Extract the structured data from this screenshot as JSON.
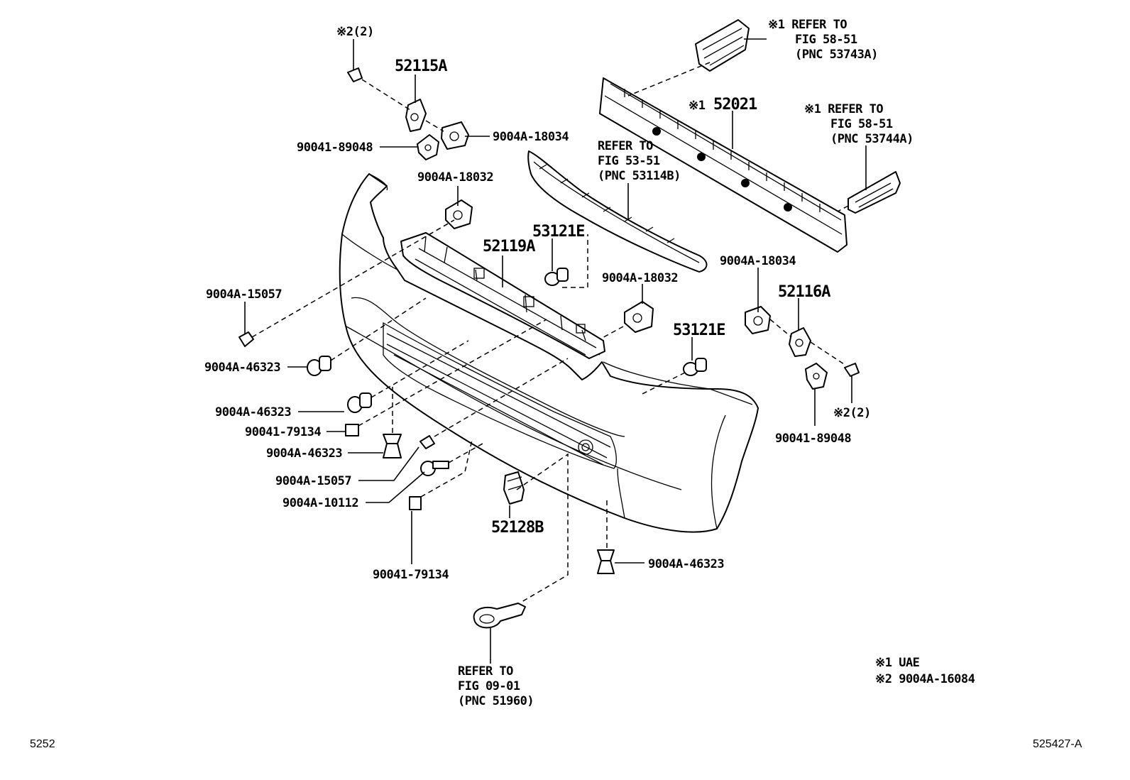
{
  "labels": {
    "l52115A": "52115A",
    "l52021": "52021",
    "l52119A": "52119A",
    "l53121E_a": "53121E",
    "l53121E_b": "53121E",
    "l52116A": "52116A",
    "l52128B": "52128B",
    "n2_2_top": "※2(2)",
    "n2_2_right": "※2(2)",
    "p9004A18034_top": "9004A-18034",
    "p9004189048_top": "90041-89048",
    "p9004A18032_top": "9004A-18032",
    "p9004A15057_left": "9004A-15057",
    "p9004A46323_a": "9004A-46323",
    "p9004A46323_b": "9004A-46323",
    "p9004179134_a": "90041-79134",
    "p9004A46323_c": "9004A-46323",
    "p9004A15057_b": "9004A-15057",
    "p9004A10112": "9004A-10112",
    "p9004179134_b": "90041-79134",
    "p9004A46323_d": "9004A-46323",
    "p9004A18032_mid": "9004A-18032",
    "p9004A18034_right": "9004A-18034",
    "p9004189048_right": "90041-89048",
    "ref_top_1": "※1 REFER TO",
    "ref_top_2": "FIG 58-51",
    "ref_top_3": "(PNC 53743A)",
    "ref_52021_prefix": "※1",
    "ref_right_1": "※1 REFER TO",
    "ref_right_2": "FIG 58-51",
    "ref_right_3": "(PNC 53744A)",
    "ref_grille_1": "REFER TO",
    "ref_grille_2": "FIG 53-51",
    "ref_grille_3": "(PNC 53114B)",
    "ref_tow_1": "REFER TO",
    "ref_tow_2": "FIG 09-01",
    "ref_tow_3": "(PNC 51960)"
  },
  "notes": {
    "n1": "※1 UAE",
    "n2": "※2 9004A-16084"
  },
  "footer": {
    "left_code": "5252",
    "right_code": "525427-A"
  }
}
